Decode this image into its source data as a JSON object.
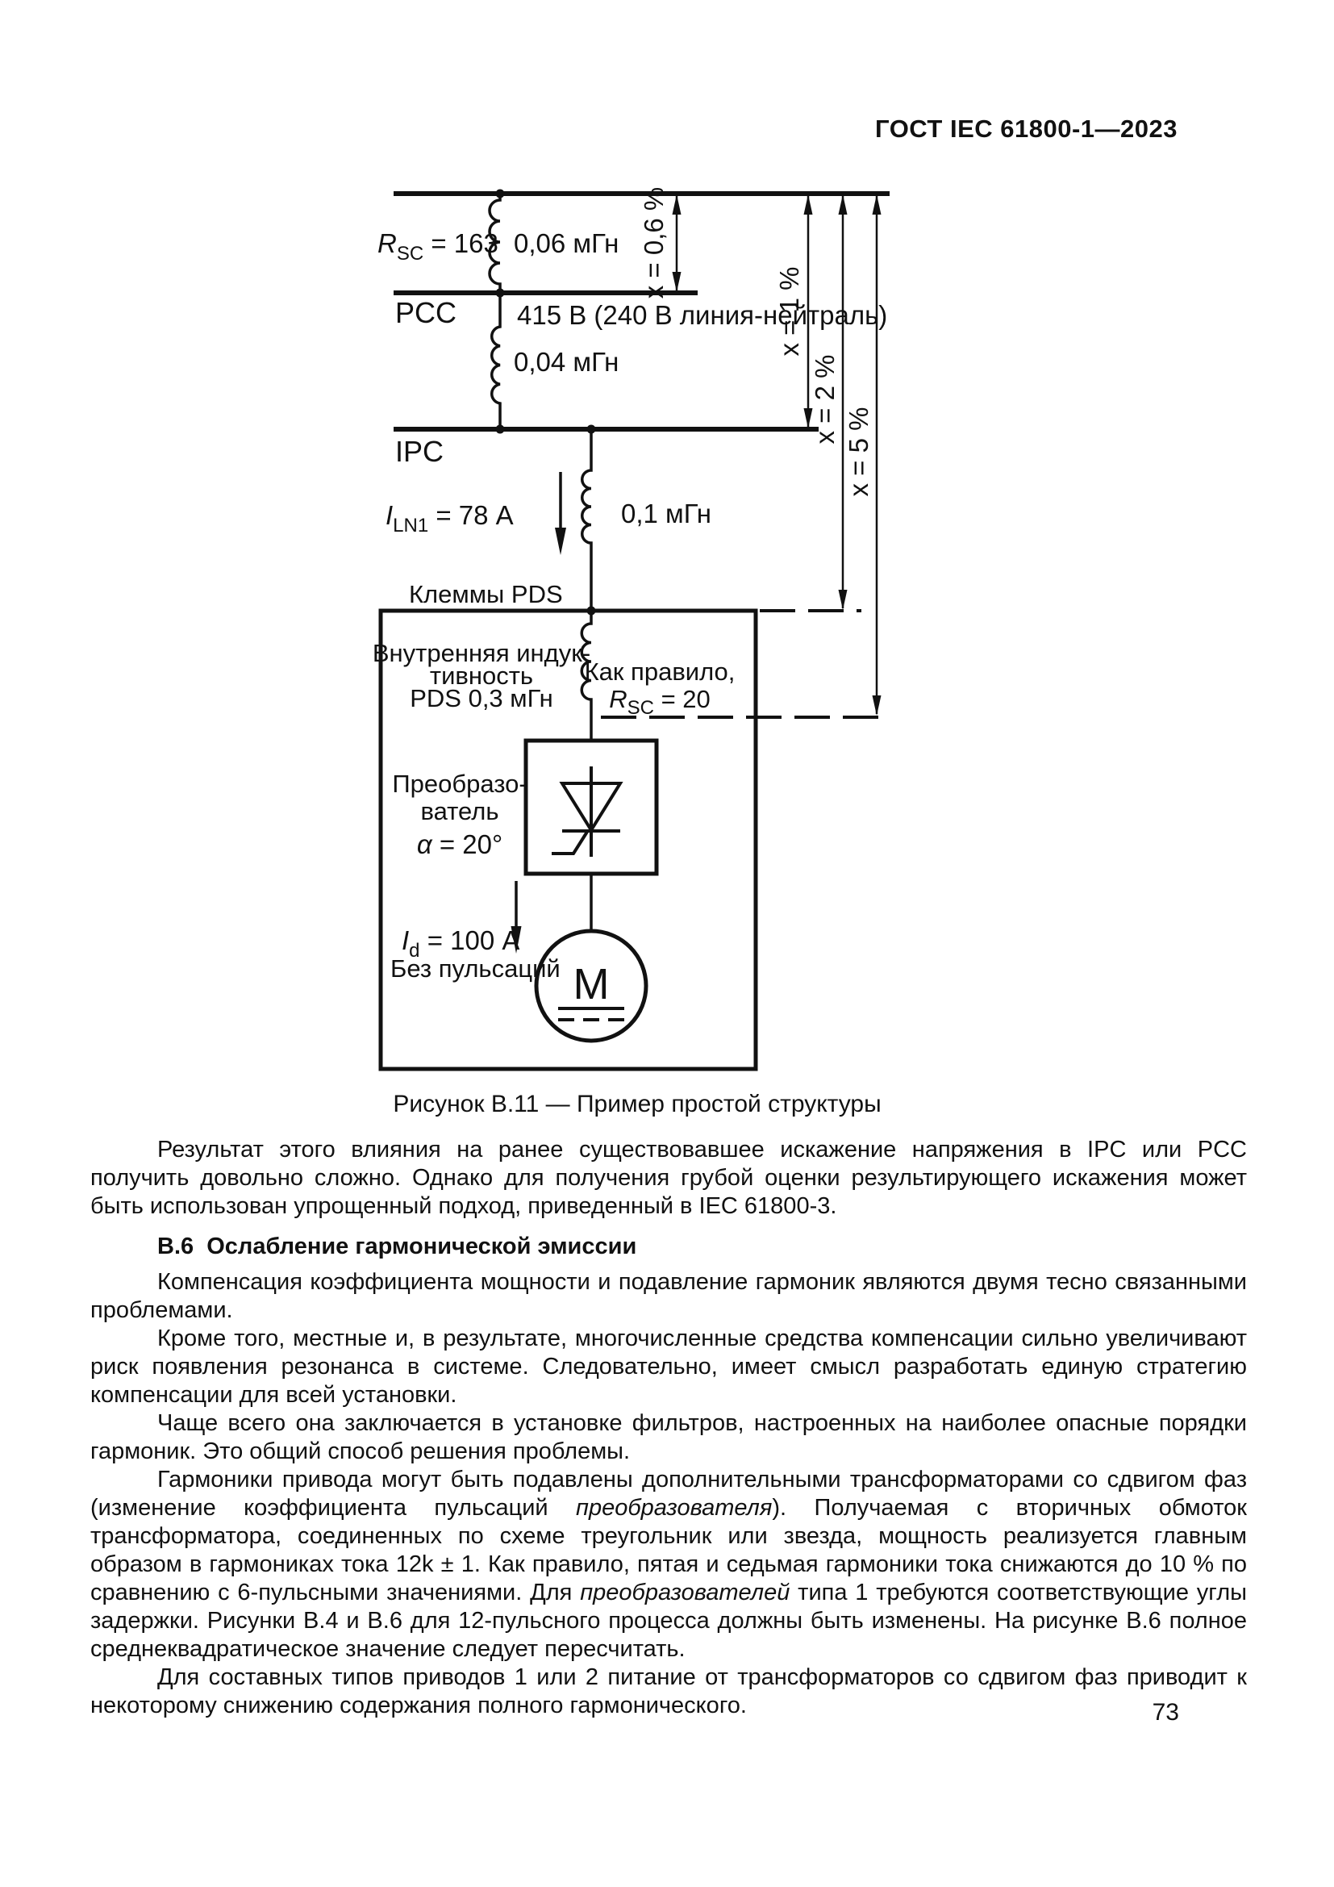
{
  "page": {
    "header": "ГОСТ IEC 61800-1—2023",
    "page_number": "73"
  },
  "figure": {
    "caption": "Рисунок В.11 — Пример простой структуры",
    "labels": {
      "rsc163": {
        "sym": "R",
        "sub": "SC",
        "rest": " = 163"
      },
      "l006": "0,06 мГн",
      "x06": "x = 0,6 %",
      "pcc": "PCC",
      "voltage": "415 В (240 В линия-нейтраль)",
      "l004": "0,04 мГн",
      "x1": "x = 1 %",
      "ipc": "IPC",
      "x2": "x = 2 %",
      "x5": "x = 5 %",
      "iln1": {
        "sym": "I",
        "sub": "LN1",
        "rest": " = 78 А"
      },
      "l01": "0,1 мГн",
      "pds_terminals": "Клеммы PDS",
      "internal_l1": "Внутренняя индук-",
      "internal_l2": "тивность",
      "internal_l3": "PDS 0,3 мГн",
      "typical_l1": "Как правило,",
      "rsc20": {
        "sym": "R",
        "sub": "SC",
        "rest": " = 20"
      },
      "converter_l1": "Преобразо-",
      "converter_l2": "ватель",
      "alpha": {
        "sym": "α",
        "rest": " = 20°"
      },
      "id100": {
        "sym": "I",
        "sub": "d",
        "rest": " = 100 А"
      },
      "no_ripple": "Без пульсаций",
      "motor": "M"
    }
  },
  "main": {
    "blocks": [
      {
        "type": "p",
        "segments": [
          {
            "text": "Результат этого влияния на ранее существовавшее искажение напряжения в IPC или PCC получить довольно сложно. Однако для получения грубой оценки результирующего искажения может быть использован упрощенный подход, приведенный в IEC 61800-3."
          }
        ]
      },
      {
        "type": "h",
        "segments": [
          {
            "text": "В.6  Ослабление гармонической эмиссии"
          }
        ]
      },
      {
        "type": "p",
        "segments": [
          {
            "text": "Компенсация коэффициента мощности и подавление гармоник являются двумя тесно связанными проблемами."
          }
        ]
      },
      {
        "type": "p",
        "segments": [
          {
            "text": "Кроме того, местные и, в результате, многочисленные средства компенсации сильно увеличивают риск появления резонанса в системе. Следовательно, имеет смысл разработать единую стратегию компенсации для всей установки."
          }
        ]
      },
      {
        "type": "p",
        "segments": [
          {
            "text": "Чаще всего она заключается в установке фильтров, настроенных на наиболее опасные порядки гармоник. Это общий способ решения проблемы."
          }
        ]
      },
      {
        "type": "p",
        "segments": [
          {
            "text": "Гармоники привода могут быть подавлены дополнительными трансформаторами со сдвигом фаз (изменение коэффициента пульсаций "
          },
          {
            "text": "преобразователя",
            "italic": true
          },
          {
            "text": "). Получаемая с вторичных обмоток трансформатора, соединенных по схеме треугольник или звезда, мощность реализуется главным образом в гармониках тока 12k ± 1. Как правило, пятая и седьмая гармоники тока снижаются до 10 % по сравнению с 6-пульсными значениями. Для "
          },
          {
            "text": "преобразователей",
            "italic": true
          },
          {
            "text": " типа 1 требуются соответствующие углы задержки. Рисунки В.4 и В.6 для 12-пульсного процесса должны быть изменены. На рисунке В.6 полное среднеквадратическое значение следует пересчитать."
          }
        ]
      },
      {
        "type": "p",
        "segments": [
          {
            "text": "Для составных типов приводов 1 или 2 питание от трансформаторов со сдвигом фаз приводит к некоторому снижению содержания полного гармонического."
          }
        ]
      }
    ]
  }
}
